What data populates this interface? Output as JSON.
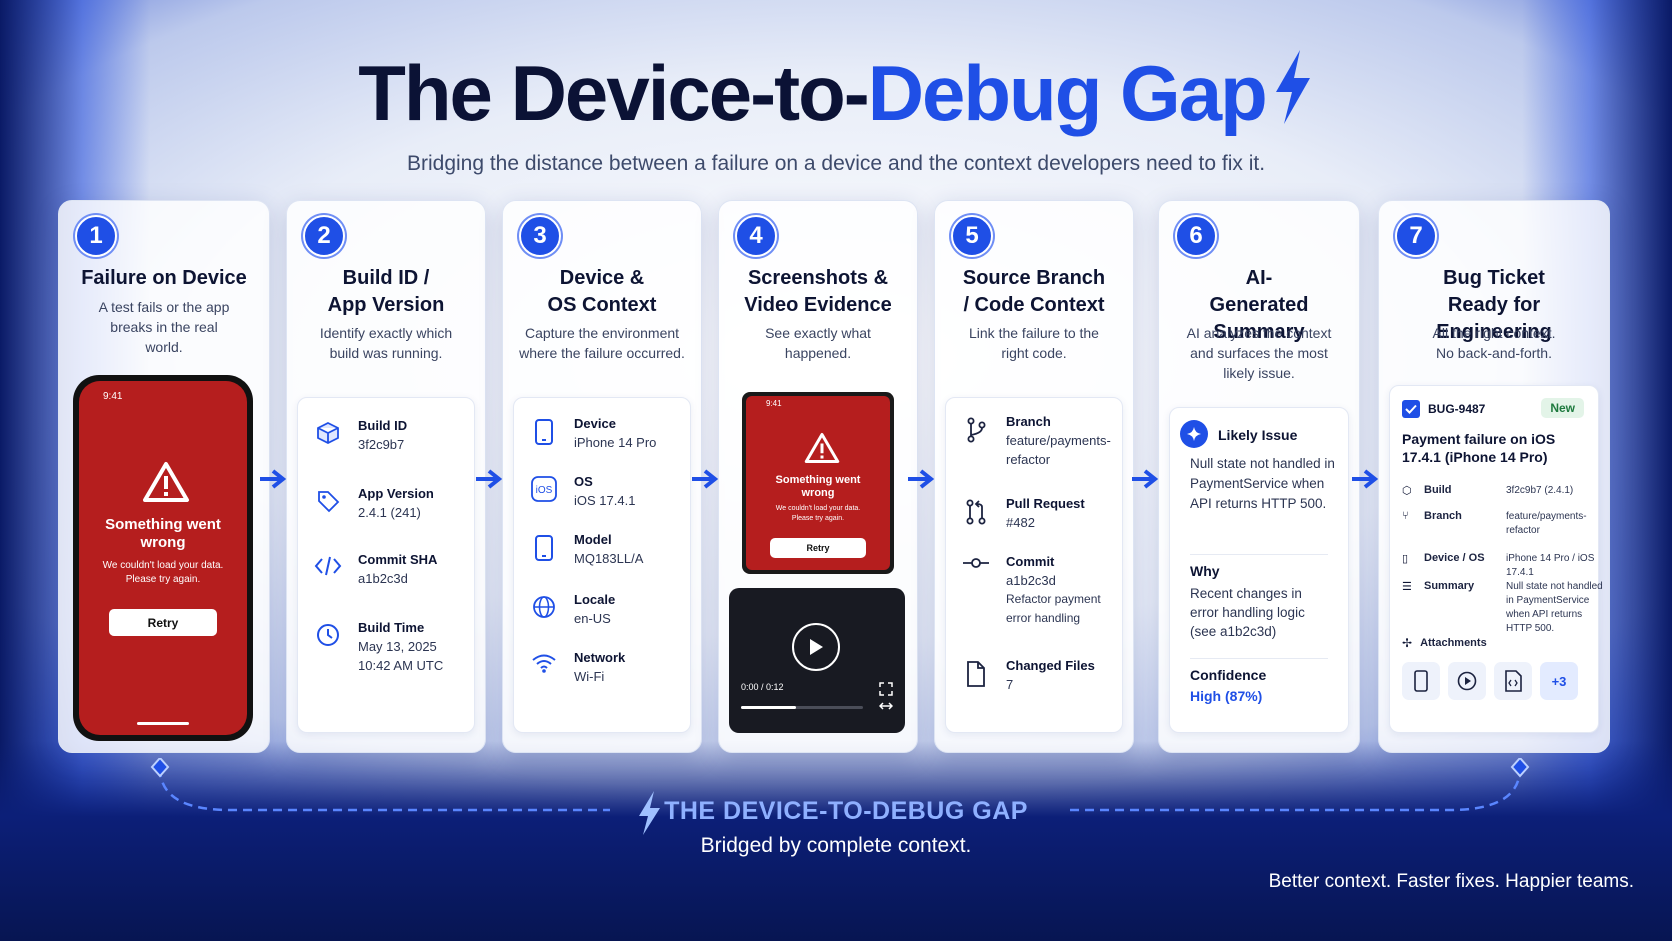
{
  "header": {
    "title_a": "The Device-to-",
    "title_b": "Debug Gap",
    "subtitle": "Bridging the distance between a failure on a device and the context developers need to fix it."
  },
  "steps": [
    {
      "num": "1",
      "title": "Failure on Device",
      "desc": "A test fails or the app breaks in the real world."
    },
    {
      "num": "2",
      "title": "Build ID / App Version",
      "desc": "Identify exactly which build was running."
    },
    {
      "num": "3",
      "title": "Device & OS Context",
      "desc": "Capture the environment where the failure occurred."
    },
    {
      "num": "4",
      "title": "Screenshots & Video Evidence",
      "desc": "See exactly what happened."
    },
    {
      "num": "5",
      "title": "Source Branch / Code Context",
      "desc": "Link the failure to the right code."
    },
    {
      "num": "6",
      "title": "AI-Generated Summary",
      "desc": "AI analyzes the context and surfaces the most likely issue."
    },
    {
      "num": "7",
      "title": "Bug Ticket Ready for Engineering",
      "desc": "All the right context. No back-and-forth."
    }
  ],
  "phone": {
    "time": "9:41",
    "error_title": "Something went wrong",
    "error_msg": "We couldn't load your data. Please try again.",
    "retry": "Retry"
  },
  "build": [
    {
      "label": "Build ID",
      "value": "3f2c9b7",
      "icon": "cube-icon"
    },
    {
      "label": "App Version",
      "value": "2.4.1 (241)",
      "icon": "tag-icon"
    },
    {
      "label": "Commit SHA",
      "value": "a1b2c3d",
      "icon": "code-icon"
    },
    {
      "label": "Build Time",
      "value": "May 13, 2025",
      "value2": "10:42 AM UTC",
      "icon": "clock-icon"
    }
  ],
  "device": [
    {
      "label": "Device",
      "value": "iPhone 14 Pro",
      "icon": "phone-icon"
    },
    {
      "label": "OS",
      "value": "iOS 17.4.1",
      "icon": "ios-icon"
    },
    {
      "label": "Model",
      "value": "MQ183LL/A",
      "icon": "phone-icon"
    },
    {
      "label": "Locale",
      "value": "en-US",
      "icon": "globe-icon"
    },
    {
      "label": "Network",
      "value": "Wi-Fi",
      "icon": "wifi-icon"
    }
  ],
  "video": {
    "time": "0:00 / 0:12",
    "progress": 0.45
  },
  "source": [
    {
      "label": "Branch",
      "value": "feature/payments-",
      "value2": "refactor",
      "icon": "branch-icon"
    },
    {
      "label": "Pull Request",
      "value": "#482",
      "icon": "pull-request-icon"
    },
    {
      "label": "Commit",
      "value": "a1b2c3d",
      "value2": "Refactor payment",
      "value3": "error handling",
      "icon": "commit-icon"
    },
    {
      "label": "Changed Files",
      "value": "7",
      "icon": "file-icon"
    }
  ],
  "ai": {
    "issue_label": "Likely Issue",
    "issue": "Null state not handled in PaymentService when API returns HTTP 500.",
    "why_label": "Why",
    "why": "Recent changes in error handling logic (see a1b2c3d)",
    "conf_label": "Confidence",
    "conf": "High (87%)"
  },
  "ticket": {
    "id": "BUG-9487",
    "status": "New",
    "title": "Payment failure on iOS 17.4.1 (iPhone 14 Pro)",
    "rows": [
      {
        "key": "Build",
        "val": "3f2c9b7 (2.4.1)"
      },
      {
        "key": "Branch",
        "val": "feature/payments-refactor"
      },
      {
        "key": "Device / OS",
        "val": "iPhone 14 Pro / iOS 17.4.1"
      },
      {
        "key": "Summary",
        "val": "Null state not handled in PaymentService when API returns HTTP 500."
      }
    ],
    "attachments_label": "Attachments",
    "more": "+3"
  },
  "footer": {
    "gap_title": "THE DEVICE-TO-DEBUG GAP",
    "gap_sub": "Bridged by complete context.",
    "tagline": "Better context. Faster fixes. Happier teams."
  },
  "colors": {
    "accent": "#1f4fe6",
    "error_red": "#b51e1e",
    "dark_navy": "#0b1235"
  }
}
